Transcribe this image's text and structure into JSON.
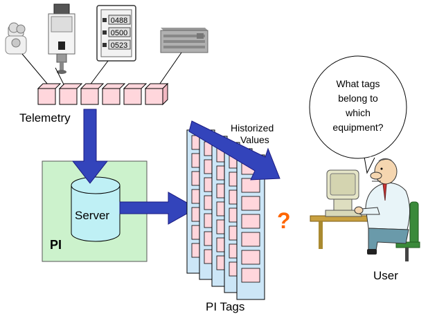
{
  "labels": {
    "telemetry": "Telemetry",
    "server": "Server",
    "pi": "PI",
    "historized_line1": "Historized",
    "historized_line2": "Values",
    "pi_tags": "PI Tags",
    "user": "User",
    "question_mark": "?"
  },
  "speech_bubble": {
    "lines": [
      "What tags",
      "belong to",
      "which",
      "equipment?"
    ]
  },
  "meter_readings": [
    "0488",
    "0500",
    "0523"
  ],
  "devices": [
    "microscope-device",
    "panel-pc-device",
    "digital-meter-device",
    "rack-controller-device"
  ],
  "colors": {
    "arrow_fill": "#3344bb",
    "arrow_stroke": "#1a1a80",
    "pi_box_fill": "#ccf2cc",
    "server_cylinder_fill": "#bff0f5",
    "tag_sheet_fill": "#cce6f7",
    "tag_cell_fill": "#ffd6dc",
    "telemetry_cell_fill": "#ffd6dc",
    "question_mark": "#ff6600"
  }
}
